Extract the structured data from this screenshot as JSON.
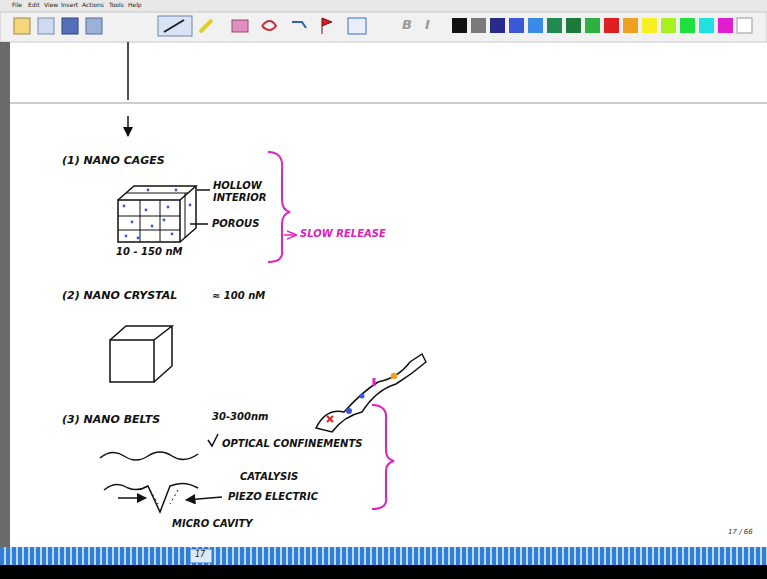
{
  "diagram": {
    "labels": [
      "File",
      "Edit",
      "View",
      "Insert",
      "Actions",
      "Tools",
      "Help",
      "B",
      "I",
      "(1) NANO CAGES",
      "HOLLOW INTERIOR",
      "POROUS",
      "10 - 150 nM",
      "SLOW RELEASE",
      "(2) NANO CRYSTAL",
      "≈ 100 nM",
      "(3) NANO BELTS",
      "30-300nm",
      "OPTICAL CONFINEMENTS",
      "CATALYSIS",
      "PIEZO ELECTRIC",
      "MICRO CAVITY",
      "17 / 66",
      "17"
    ]
  }
}
